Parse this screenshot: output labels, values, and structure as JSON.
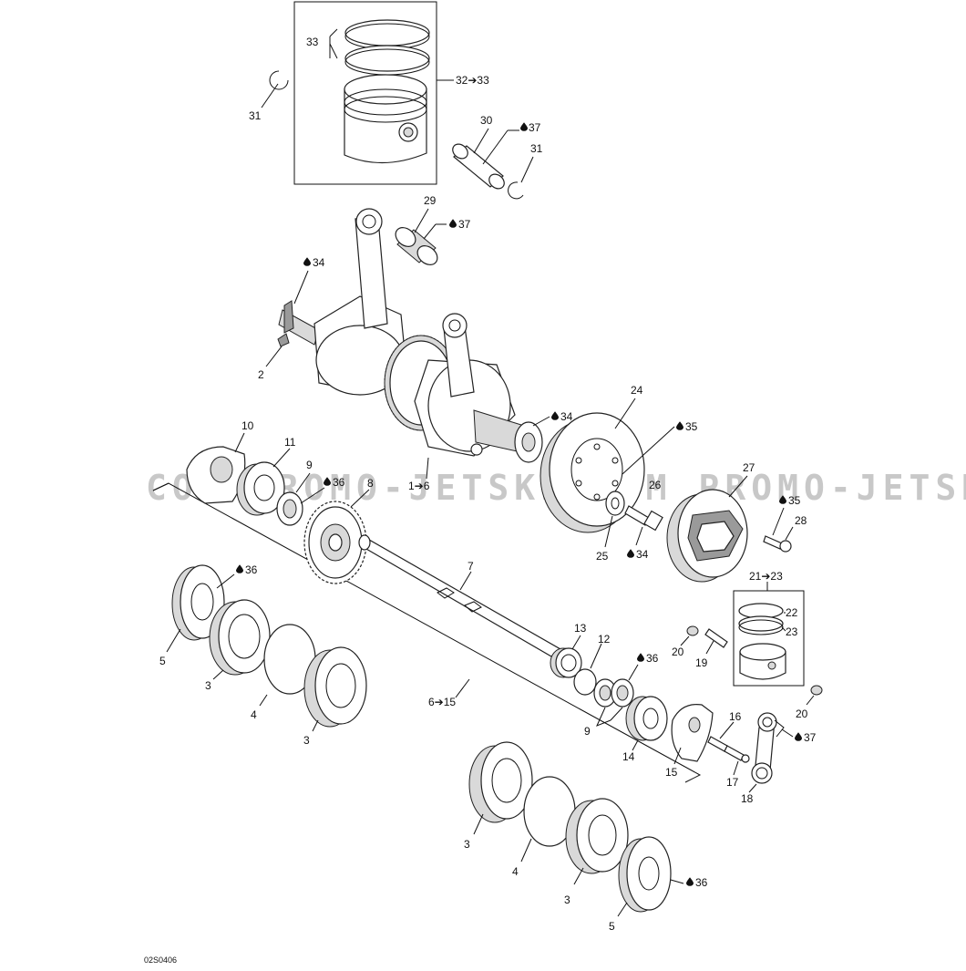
{
  "watermark": "COM PROMO-JETSKI.COM PROMO-JETSKI",
  "figure_code": "02S0406",
  "callouts": {
    "c1": "1➔6",
    "c2": "2",
    "c3a": "3",
    "c3b": "3",
    "c3c": "3",
    "c3d": "3",
    "c4a": "4",
    "c4b": "4",
    "c5a": "5",
    "c5b": "5",
    "c6": "6➔15",
    "c7": "7",
    "c8": "8",
    "c9a": "9",
    "c9b": "9",
    "c10": "10",
    "c11": "11",
    "c12": "12",
    "c13": "13",
    "c14": "14",
    "c15": "15",
    "c16": "16",
    "c17": "17",
    "c18": "18",
    "c19": "19",
    "c20a": "20",
    "c20b": "20",
    "c21": "21➔23",
    "c22": "22",
    "c23": "23",
    "c24": "24",
    "c25": "25",
    "c26": "26",
    "c27": "27",
    "c28": "28",
    "c29": "29",
    "c30": "30",
    "c31a": "31",
    "c31b": "31",
    "c32": "32➔33",
    "c33": "33"
  },
  "lubricant_refs": {
    "l37a": "37",
    "l37b": "37",
    "l37c": "37",
    "l34a": "34",
    "l34b": "34",
    "l34c": "34",
    "l35a": "35",
    "l35b": "35",
    "l36a": "36",
    "l36b": "36",
    "l36c": "36",
    "l36d": "36"
  },
  "icons": {
    "lubricant": "oil-drop-icon"
  }
}
